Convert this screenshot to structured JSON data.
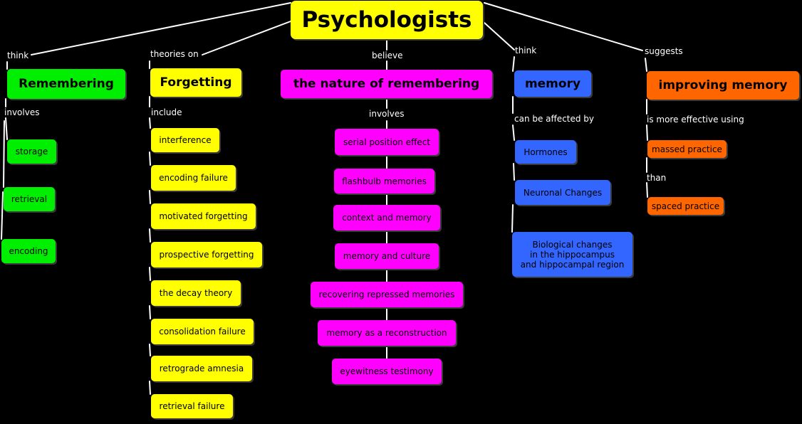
{
  "root": "Psychologists",
  "heads": {
    "remembering": "Remembering",
    "forgetting": "Forgetting",
    "nature": "the nature of remembering",
    "memory": "memory",
    "improving": "improving memory"
  },
  "links": {
    "think_1": "think",
    "theories_on": "theories on",
    "believe": "believe",
    "think_2": "think",
    "suggests": "suggests",
    "involves_1": "involves",
    "include": "include",
    "involves_2": "involves",
    "affected_by": "can be affected by",
    "more_effective": "is more effective using",
    "than": "than"
  },
  "remembering_items": [
    "storage",
    "retrieval",
    "encoding"
  ],
  "forgetting_items": [
    "interference",
    "encoding failure",
    "motivated forgetting",
    "prospective forgetting",
    "the decay theory",
    "consolidation failure",
    "retrograde amnesia",
    "retrieval failure"
  ],
  "nature_items": [
    "serial position effect",
    "flashbulb memories",
    "context and memory",
    "memory and culture",
    "recovering repressed memories",
    "memory as a reconstruction",
    "eyewitness testimony"
  ],
  "memory_items": [
    "Hormones",
    "Neuronal Changes",
    "Biological changes\nin the hippocampus\nand hippocampal region"
  ],
  "improving_items": [
    "massed practice",
    "spaced practice"
  ],
  "colors": {
    "background": "#000000",
    "remembering": "#00ee00",
    "forgetting": "#ffff00",
    "nature": "#ff00ff",
    "memory": "#3366ff",
    "improving": "#ff6600",
    "lines": "#ffffff"
  }
}
